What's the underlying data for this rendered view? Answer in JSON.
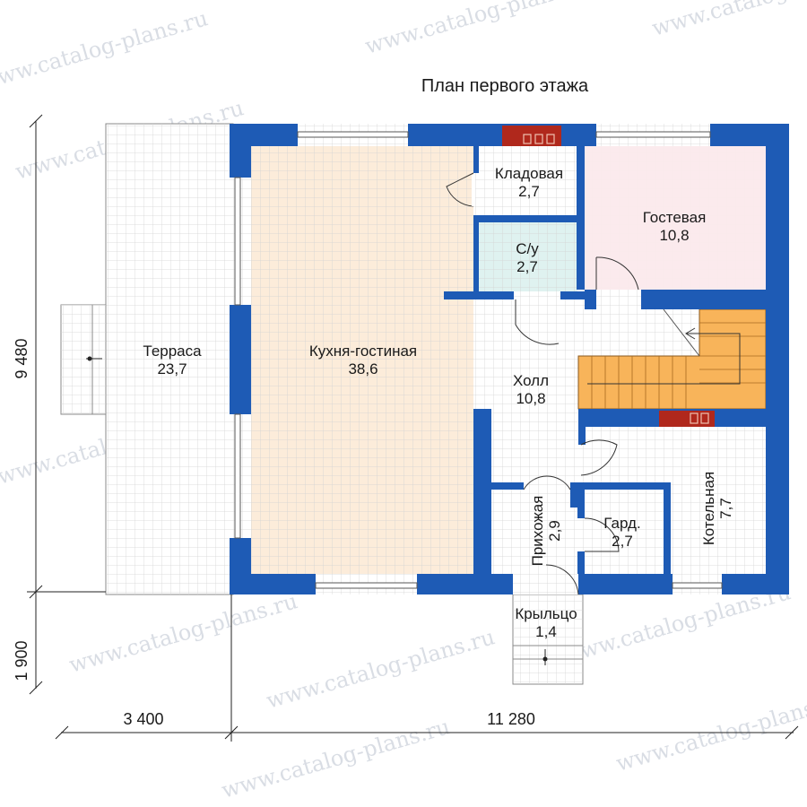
{
  "title": "План первого этажа",
  "watermark": "www.catalog-plans.ru",
  "colors": {
    "wall": "#1e5bb5",
    "grid_line": "#d6d6d6",
    "kitchen_fill": "#fbe9d4",
    "guest_fill": "#fbe9ec",
    "bath_fill": "#dff2f0",
    "stair_fill": "#f8b45a",
    "chimney": "#b0281c",
    "dim_line": "#222222"
  },
  "rooms": {
    "terrace": {
      "name": "Терраса",
      "area": "23,7"
    },
    "kitchen": {
      "name": "Кухня-гостиная",
      "area": "38,6"
    },
    "storage": {
      "name": "Кладовая",
      "area": "2,7"
    },
    "bath": {
      "name": "С/у",
      "area": "2,7"
    },
    "guest": {
      "name": "Гостевая",
      "area": "10,8"
    },
    "hall": {
      "name": "Холл",
      "area": "10,8"
    },
    "entry": {
      "name": "Прихожая",
      "area": "2,9"
    },
    "wardrobe": {
      "name": "Гард.",
      "area": "2,7"
    },
    "boiler": {
      "name": "Котельная",
      "area": "7,7"
    },
    "porch": {
      "name": "Крыльцо",
      "area": "1,4"
    }
  },
  "dimensions": {
    "left_top": "9 480",
    "left_bottom": "1 900",
    "bottom_left": "3 400",
    "bottom_right": "11 280"
  }
}
